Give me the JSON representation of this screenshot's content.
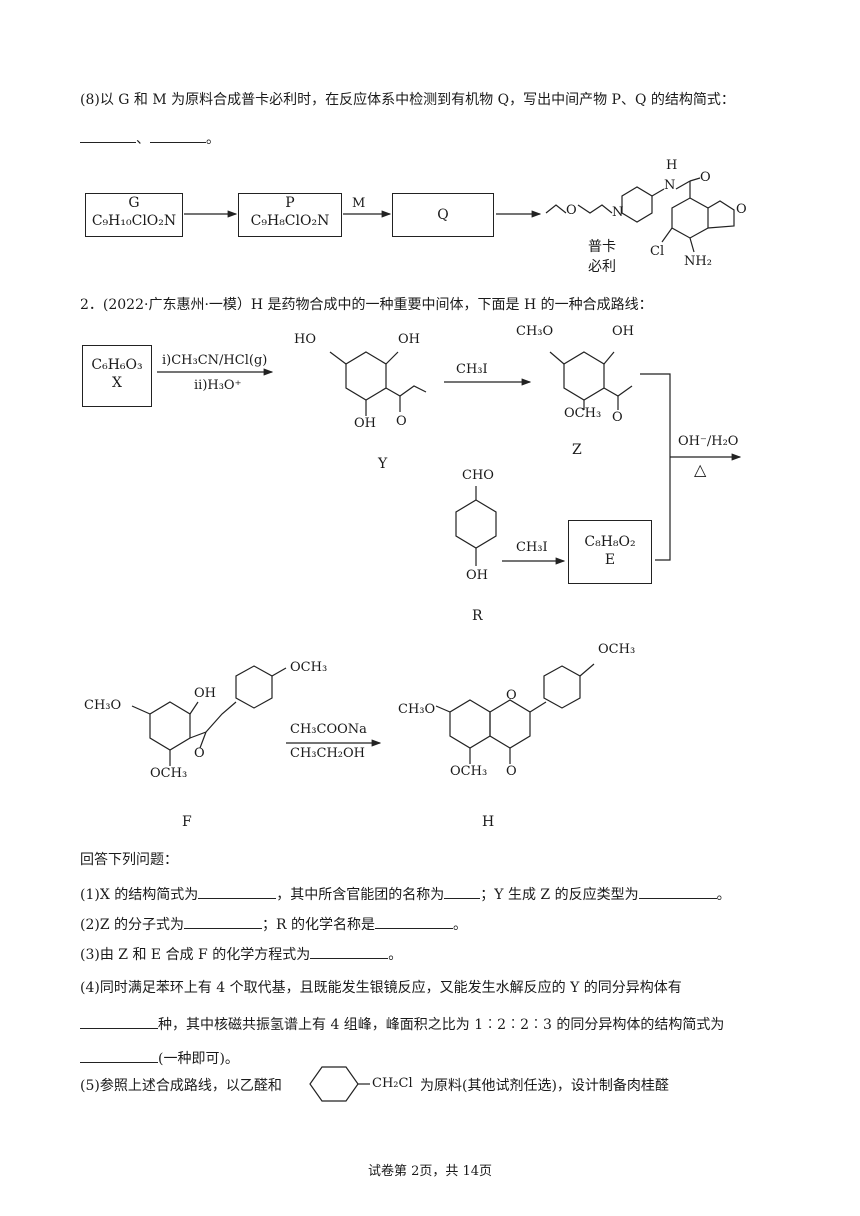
{
  "q8": {
    "text": "(8)以 G 和 M 为原料合成普卡必利时，在反应体系中检测到有机物 Q，写出中间产物 P、Q 的结构简式：",
    "answer_sep": "、",
    "answer_end": "。"
  },
  "scheme1": {
    "g_name": "G",
    "g_formula": "C₉H₁₀ClO₂N",
    "p_name": "P",
    "p_formula": "C₉H₈ClO₂N",
    "reagent_m": "M",
    "q_name": "Q",
    "drug_name_1": "普卡",
    "drug_name_2": "必利",
    "atom_h": "H",
    "atom_n": "N",
    "atom_o": "O",
    "atom_cl": "Cl",
    "atom_nh2": "NH₂"
  },
  "problem2": {
    "intro": "2．(2022·广东惠州·一模）H 是药物合成中的一种重要中间体，下面是 H 的一种合成路线："
  },
  "scheme2": {
    "x_formula": "C₆H₆O₃",
    "x_name": "X",
    "step1_i": "i)CH₃CN/HCl(g)",
    "step1_ii": "ii)H₃O⁺",
    "y_name": "Y",
    "y_ho1": "HO",
    "y_oh1": "OH",
    "y_oh2": "OH",
    "y_o": "O",
    "reagent_ch3i_1": "CH₃I",
    "z_name": "Z",
    "z_ch3o": "CH₃O",
    "z_oh": "OH",
    "z_och3": "OCH₃",
    "z_o": "O",
    "reagent_base": "OH⁻/H₂O",
    "heat": "△",
    "r_name": "R",
    "r_cho": "CHO",
    "r_oh": "OH",
    "reagent_ch3i_2": "CH₃I",
    "e_formula": "C₈H₈O₂",
    "e_name": "E",
    "f_name": "F",
    "f_och3_top": "OCH₃",
    "f_ch3o": "CH₃O",
    "f_oh": "OH",
    "f_och3": "OCH₃",
    "f_o": "O",
    "step_last_1": "CH₃COONa",
    "step_last_2": "CH₃CH₂OH",
    "h_name": "H",
    "h_och3_top": "OCH₃",
    "h_ch3o": "CH₃O",
    "h_o_ring": "O",
    "h_och3": "OCH₃",
    "h_o": "O"
  },
  "questions": {
    "answer_prompt": "回答下列问题：",
    "q1_a": "(1)X 的结构简式为",
    "q1_b": "，其中所含官能团的名称为",
    "q1_c": "；Y 生成 Z 的反应类型为",
    "q1_end": "。",
    "q2_a": "(2)Z 的分子式为",
    "q2_b": "；R 的化学名称是",
    "q2_end": "。",
    "q3_a": "(3)由 Z 和 E 合成 F 的化学方程式为",
    "q3_end": "。",
    "q4_a": "(4)同时满足苯环上有 4 个取代基，且既能发生银镜反应，又能发生水解反应的 Y 的同分异构体有",
    "q4_b": "种，其中核磁共振氢谱上有 4 组峰，峰面积之比为 1︰2︰2︰3 的同分异构体的结构简式为",
    "q4_c": "(一种即可)。",
    "q5_a": "(5)参照上述合成路线，以乙醛和",
    "q5_group": "CH₂Cl",
    "q5_b": "为原料(其他试剂任选)，设计制备肉桂醛"
  },
  "footer": "试卷第 2页，共 14页"
}
